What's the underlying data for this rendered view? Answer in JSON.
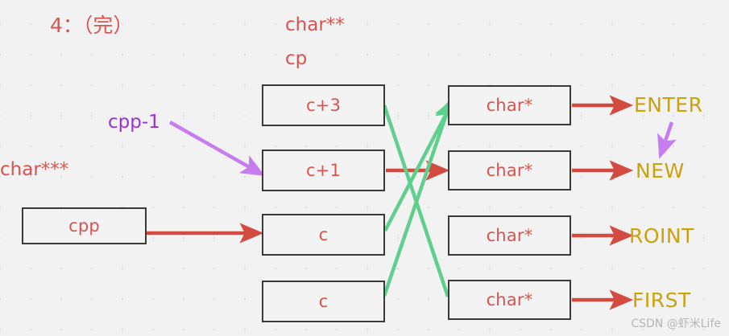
{
  "diagram": {
    "title": "4：（完）",
    "background_color": "#f2f2f3",
    "colors": {
      "red": "#d9534f",
      "gold": "#c9a20c",
      "purple": "#c77df0",
      "purple_text": "#9b30d9",
      "green": "#5fcf8e",
      "box_border": "#3a3a3a"
    },
    "labels": {
      "char_double_star": "char**",
      "cp": "cp",
      "char_triple_star": "char***",
      "cpp_minus_1": "cpp-1"
    },
    "left_node": {
      "label": "cpp"
    },
    "middle_column": [
      {
        "label": "c+3"
      },
      {
        "label": "c+1"
      },
      {
        "label": "c"
      },
      {
        "label": "c"
      }
    ],
    "right_column": [
      {
        "label": "char*"
      },
      {
        "label": "char*"
      },
      {
        "label": "char*"
      },
      {
        "label": "char*"
      }
    ],
    "output_labels": [
      {
        "label": "ENTER"
      },
      {
        "label": "NEW"
      },
      {
        "label": "ROINT"
      },
      {
        "label": "FIRST"
      }
    ],
    "watermark": "CSDN @虾米Life"
  }
}
